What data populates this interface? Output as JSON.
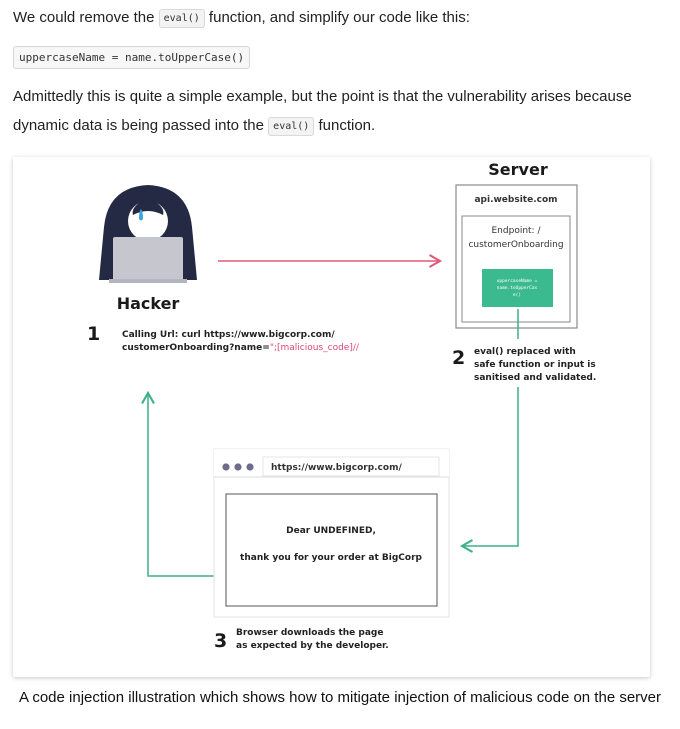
{
  "intro": {
    "before_code": "We could remove the ",
    "code": "eval()",
    "after_code": " function, and simplify our code like this:"
  },
  "code_block": "uppercaseName = name.toUpperCase()",
  "explanation": {
    "line1": "Admittedly this is quite a simple example, but the point is that the vulnerability arises because",
    "line2_before": "dynamic data is being passed into the ",
    "line2_code": "eval()",
    "line2_after": " function."
  },
  "diagram": {
    "server_title": "Server",
    "server_host": "api.website.com",
    "endpoint_line1": "Endpoint: /",
    "endpoint_line2": "customerOnboarding",
    "server_code_line1": "uppercaseName =",
    "server_code_line2": "name.toUpperCas",
    "server_code_line3": "e()",
    "hacker_label": "Hacker",
    "step1_number": "1",
    "step1_line1": "Calling Url: curl https://www.bigcorp.com/",
    "step1_line2_plain": "customerOnboarding?name=",
    "step1_line2_malicious": "\";[malicious_code]//",
    "step2_number": "2",
    "step2_line1": "eval() replaced with",
    "step2_line2": "safe function or input is",
    "step2_line3": "sanitised and validated.",
    "browser_url": "https://www.bigcorp.com/",
    "browser_line1": "Dear UNDEFINED,",
    "browser_line2": "thank you for your order at BigCorp",
    "step3_number": "3",
    "step3_line1": "Browser downloads the page",
    "step3_line2": "as expected by the developer.",
    "colors": {
      "attack_arrow": "#e05a7a",
      "safe_arrow": "#3cb08c",
      "server_code_bg": "#3cba8f",
      "hacker_hood": "#252a44",
      "laptop": "#c6c6ce",
      "malicious_text": "#e0457b"
    }
  },
  "caption": "A code injection illustration which shows how to mitigate injection of malicious code on the server"
}
